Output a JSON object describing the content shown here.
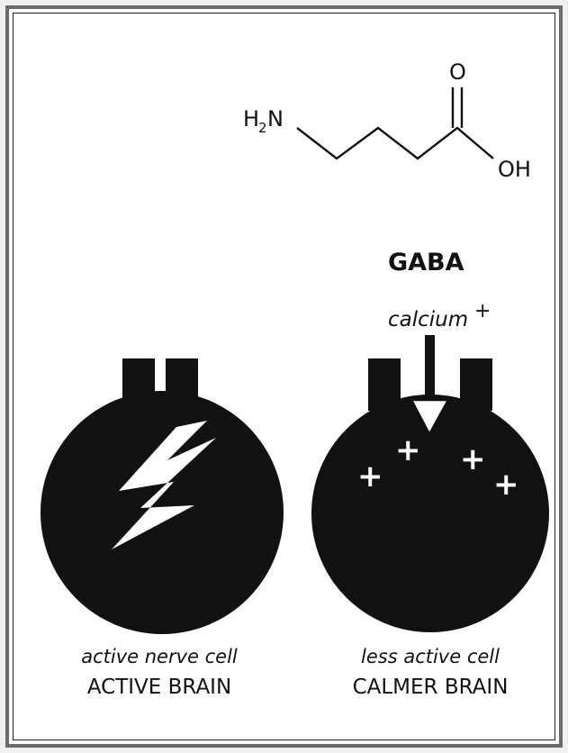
{
  "molecule": {
    "amine_group": "H",
    "amine_subscript": "2",
    "amine_n": "N",
    "carbonyl_oxygen": "O",
    "hydroxyl_group": "OH"
  },
  "title": "GABA",
  "ion_label": "calcium",
  "ion_charge": "+",
  "left_cell": {
    "caption_line1": "active nerve cell",
    "caption_line2": "ACTIVE BRAIN",
    "icon": "lightning-bolt-icon"
  },
  "right_cell": {
    "caption_line1": "less active cell",
    "caption_line2": "CALMER BRAIN",
    "charge_symbols": [
      "+",
      "+",
      "+",
      "+"
    ]
  }
}
